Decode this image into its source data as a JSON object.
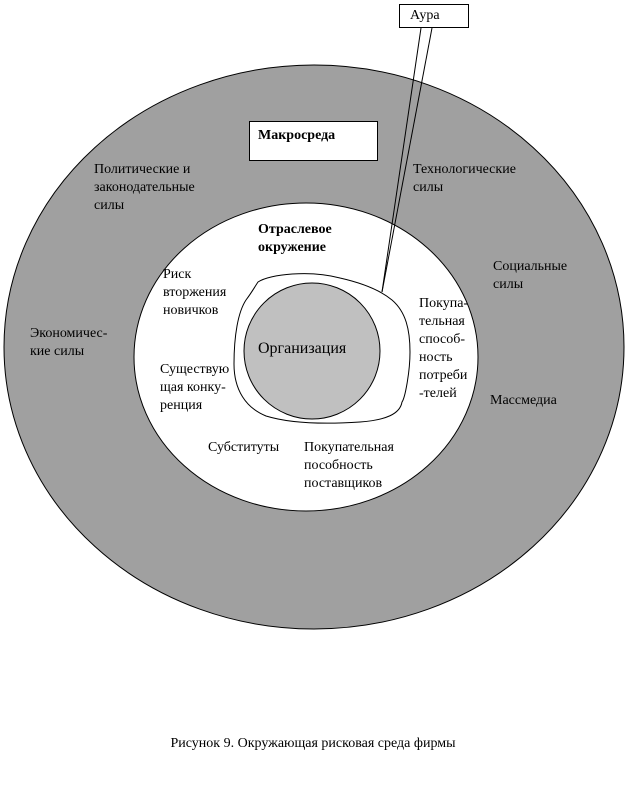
{
  "diagram": {
    "aura_label": "Аура",
    "macro_label": "Макросреда",
    "industry_label": "Отраслевое\nокружение",
    "organization_label": "Организация",
    "macro_forces": {
      "political": "Политические и\nзаконодательные\nсилы",
      "technological": "Технологические\nсилы",
      "social": "Социальные\nсилы",
      "economic": "Экономичес-\nкие силы",
      "mass_media": "Массмедиа"
    },
    "industry_forces": {
      "new_entrants": "Риск\nвторжения\nновичков",
      "existing_competition": "Существую\nщая конку-\nренция",
      "substitutes": "Субституты",
      "supplier_power": "Покупательная\nпособность\nпоставщиков",
      "buyer_power": "Покупа-\nтельная\nспособ-\nность\nпотреби\n-телей"
    },
    "colors": {
      "outer_ring": "#a0a0a0",
      "inner_ring": "#ffffff",
      "organization": "#c0c0c0"
    }
  },
  "caption": "Рисунок 9. Окружающая рисковая среда фирмы"
}
